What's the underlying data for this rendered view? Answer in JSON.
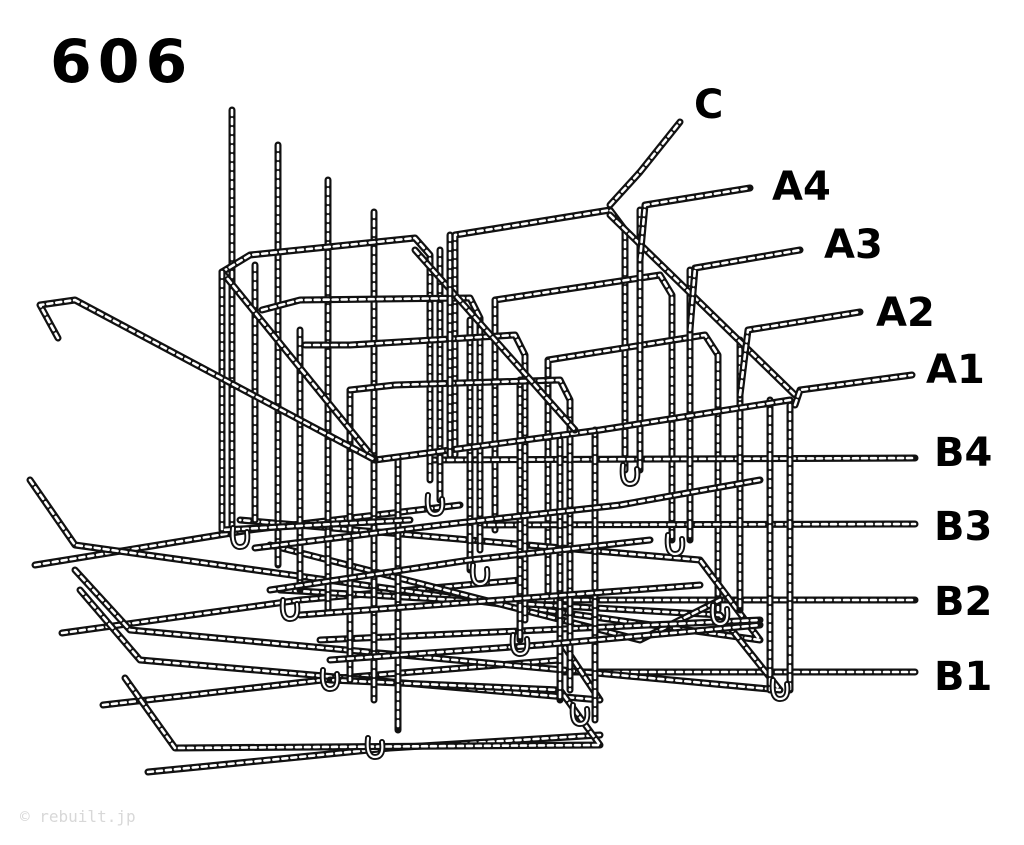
{
  "figure": {
    "number": "606",
    "watermark": "© rebuilt.jp"
  },
  "labels": {
    "c": "C",
    "a4": "A4",
    "a3": "A3",
    "a2": "A2",
    "a1": "A1",
    "b4": "B4",
    "b3": "B3",
    "b2": "B2",
    "b1": "B1"
  }
}
